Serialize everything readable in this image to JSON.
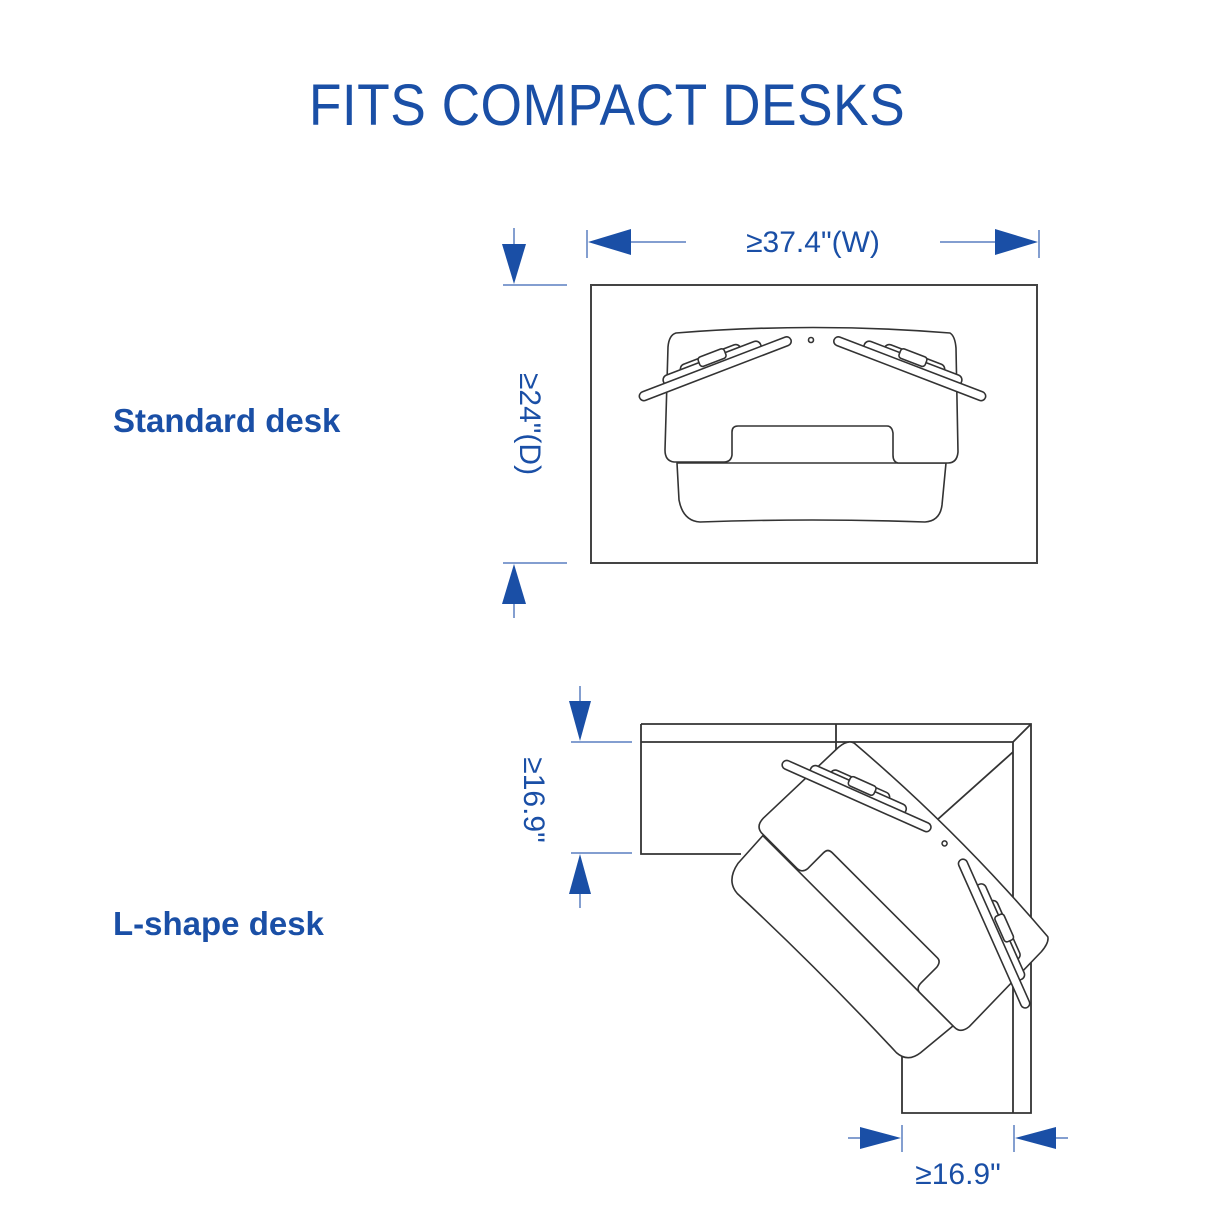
{
  "title": "FITS COMPACT DESKS",
  "colors": {
    "accent": "#1a4fa6",
    "line": "#333333",
    "dimension_line": "#5a7fc0"
  },
  "standard_desk": {
    "label": "Standard desk",
    "width_dimension": "≥37.4\"(W)",
    "depth_dimension": "≥24\"(D)"
  },
  "l_shape_desk": {
    "label": "L-shape desk",
    "side_dimension": "≥16.9\"",
    "bottom_dimension": "≥16.9\""
  },
  "icons": [
    "arrow-right",
    "arrow-left",
    "arrow-down",
    "arrow-up",
    "desk-converter-top-view"
  ]
}
